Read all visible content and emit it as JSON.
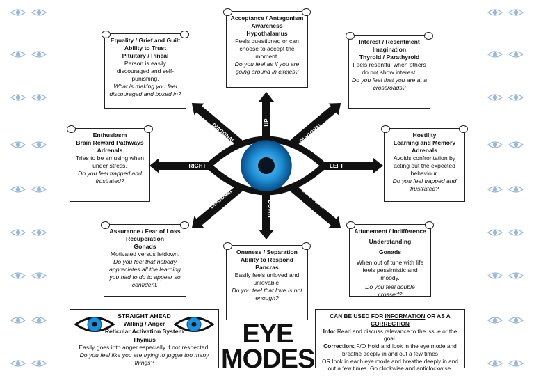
{
  "center": {
    "arrows": {
      "up": "UP",
      "down": "DOWN",
      "left": "LEFT",
      "right": "RIGHT",
      "diag_ul": "DIAGONAL",
      "diag_ur": "DIAGONAL",
      "diag_ll": "DIAGONAL",
      "diag_lr": "DIAGONAL"
    }
  },
  "cards": {
    "up": {
      "lines": [
        "Acceptance / Antagonism",
        "Awareness",
        "Hypothalamus"
      ],
      "desc": "Feels questioned or can choose to accept the moment.",
      "question": "Do you feel as if you are going around in circles?"
    },
    "upper_left": {
      "lines": [
        "Equality / Grief and Guilt",
        "Ability to Trust",
        "Pituitary / Pineal"
      ],
      "desc": "Person is easily discouraged and self-punishing.",
      "question": "What is making you feel discouraged and boxed in?"
    },
    "upper_right": {
      "lines": [
        "Interest / Resentment",
        "Imagination",
        "Thyroid / Parathyroid"
      ],
      "desc": "Feels resentful when others do not show interest.",
      "question": "Do you feel that you are at a crossroads?"
    },
    "left": {
      "lines": [
        "Enthusiasm",
        "Brain Reward Pathways",
        "Adrenals"
      ],
      "desc": "Tries to be amusing when under stress.",
      "question": "Do you feel trapped and frustrated?"
    },
    "right": {
      "lines": [
        "Hostility",
        "Learning and Memory",
        "Adrenals"
      ],
      "desc": "Avoids confrontation by acting out the expected behaviour.",
      "question": "Do you feel trapped and frustrated?"
    },
    "lower_left": {
      "lines": [
        "Assurance / Fear of Loss",
        "Recuperation",
        "Gonads"
      ],
      "desc": "Motivated versus letdown.",
      "question": "Do you feel that nobody appreciates all the learning you had to do to appear so confident."
    },
    "down": {
      "lines": [
        "Oneness / Separation",
        "Ability to Respond",
        "Pancras"
      ],
      "desc": "Easily feels unloved and unlovable.",
      "question": "Do you feel that love is not enough?"
    },
    "lower_right": {
      "lines": [
        "Attunement / Indifference",
        "Understanding",
        "Gonads"
      ],
      "desc": "When out of tune with life feels pessimistic and moody.",
      "question": "Do you feel double crossed?"
    }
  },
  "straight": {
    "lines": [
      "STRAIGHT AHEAD",
      "Willing / Anger",
      "Reticular Activation System",
      "Thymus"
    ],
    "desc": "Easily goes into anger especially if not respected.",
    "question": "Do you feel like you are trying to juggle too many things?"
  },
  "title": {
    "line1": "EYE",
    "line2": "MODES"
  },
  "usage": {
    "heading_pre": "CAN BE USED FOR ",
    "heading_info": "INFORMATION",
    "heading_mid": " OR AS A ",
    "heading_corr": "CORRECTION",
    "info_label": "Info:",
    "info_text": " Read and discuss relevance to the issue or the goal.",
    "corr_label": "Correction:",
    "corr_text": " F/O Hold and look in the eye mode and breathe deeply in and out a few times",
    "or_text": "OR look in each eye mode and breathe deeply in and out a few times. Go clockwise and anticlockwise."
  },
  "colors": {
    "iris": "#1f8fd6",
    "iris_dark": "#0a5d9e",
    "pupil": "#0b1422",
    "ink": "#111111",
    "side_eye": "#9ab8d6"
  }
}
